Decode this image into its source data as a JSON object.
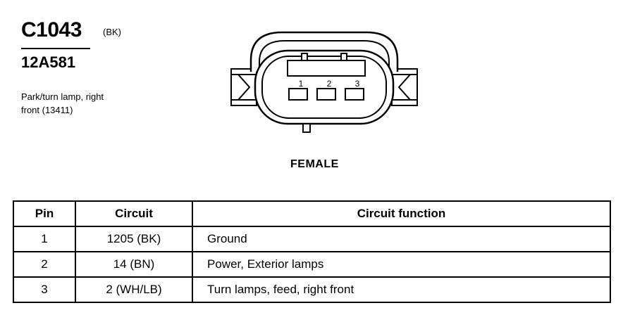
{
  "connector": {
    "id": "C1043",
    "color": "(BK)",
    "part_number": "12A581",
    "description_line1": "Park/turn lamp, right",
    "description_line2": "front (13411)",
    "view": "FEMALE",
    "cavity_labels": [
      "1",
      "2",
      "3"
    ]
  },
  "table": {
    "headers": [
      "Pin",
      "Circuit",
      "Circuit function"
    ],
    "rows": [
      {
        "pin": "1",
        "circuit": "1205 (BK)",
        "function": "Ground"
      },
      {
        "pin": "2",
        "circuit": "14 (BN)",
        "function": "Power, Exterior lamps"
      },
      {
        "pin": "3",
        "circuit": "2 (WH/LB)",
        "function": "Turn lamps, feed, right front"
      }
    ]
  }
}
